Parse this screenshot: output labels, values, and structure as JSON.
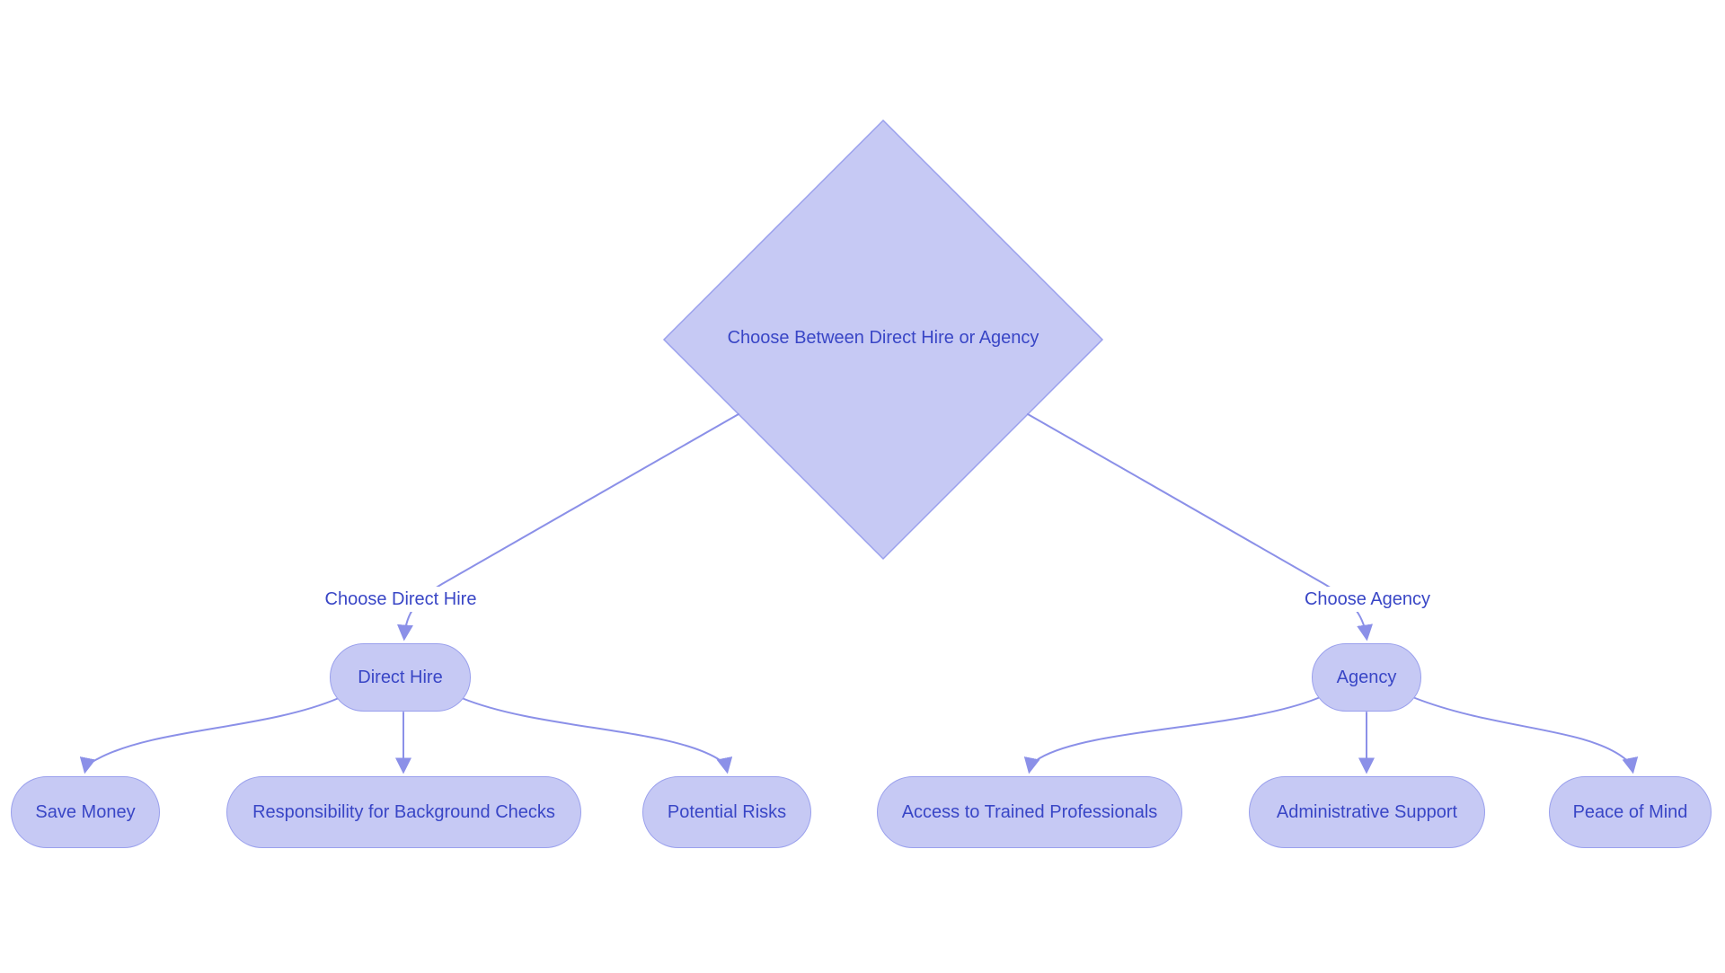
{
  "diagram": {
    "decision_label": "Choose Between Direct Hire or Agency",
    "branches": [
      {
        "edge_label": "Choose Direct Hire",
        "node_label": "Direct Hire",
        "children": [
          "Save Money",
          "Responsibility for Background Checks",
          "Potential Risks"
        ]
      },
      {
        "edge_label": "Choose Agency",
        "node_label": "Agency",
        "children": [
          "Access to Trained Professionals",
          "Administrative Support",
          "Peace of Mind"
        ]
      }
    ],
    "colors": {
      "node_fill": "#c6c9f4",
      "node_border": "#9aa0ed",
      "edge_stroke": "#8b90e8",
      "text": "#3946c6",
      "background": "#ffffff"
    }
  }
}
